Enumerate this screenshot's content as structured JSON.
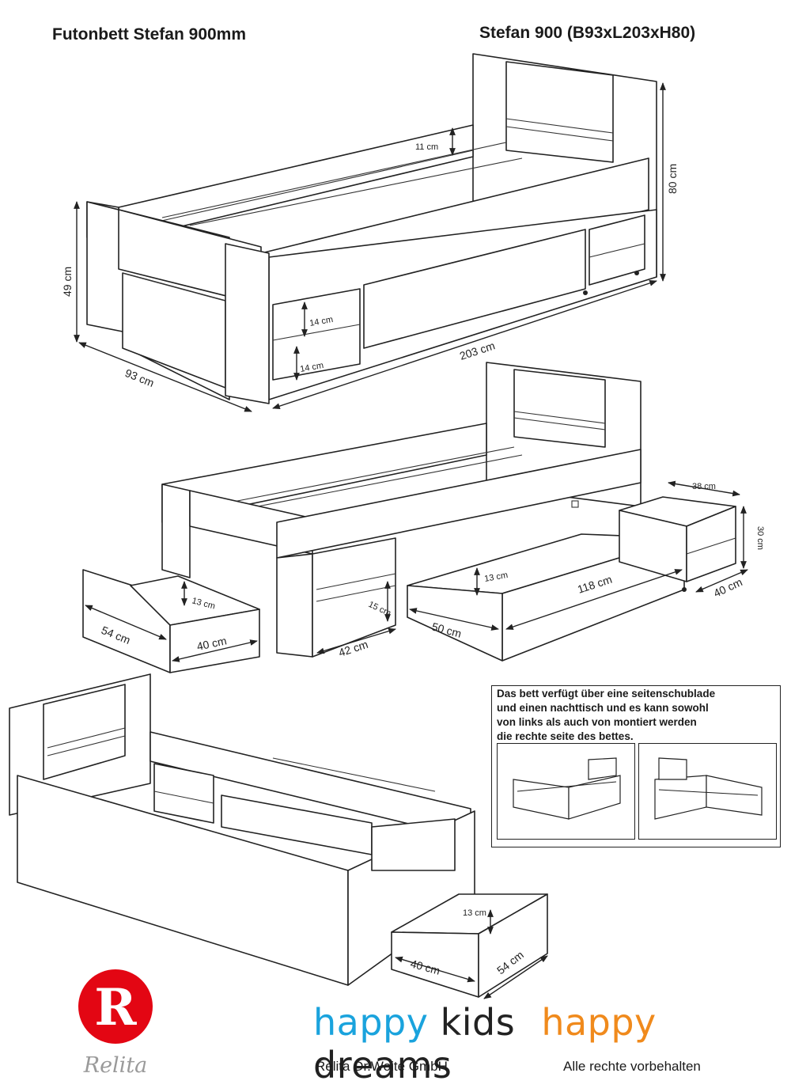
{
  "header": {
    "title_left": "Futonbett Stefan 900mm",
    "title_right": "Stefan 900 (B93xL203xH80)"
  },
  "dimensions": {
    "top": {
      "headboard_gap": "11 cm",
      "height_total": "80 cm",
      "height_side": "49 cm",
      "width": "93 cm",
      "length": "203 cm",
      "shelf_1": "14 cm",
      "shelf_2": "14 cm"
    },
    "middle": {
      "drawer_depth": "54 cm",
      "drawer_width": "40 cm",
      "drawer_height": "13 cm",
      "shelf_width": "42 cm",
      "shelf_height": "15 cm",
      "side_drawer_height": "13 cm",
      "side_drawer_length": "118 cm",
      "side_drawer_depth": "50 cm",
      "nightstand_width": "38 cm",
      "nightstand_height": "30 cm",
      "nightstand_depth": "40 cm"
    },
    "bottom": {
      "drawer_height": "13 cm",
      "drawer_width": "40 cm",
      "drawer_depth": "54 cm"
    }
  },
  "note": {
    "text": "Das bett verfügt über eine seitenschublade\nund einen nachttisch und es kann sowohl\nvon links als auch von montiert werden\ndie rechte seite des bettes."
  },
  "brand": {
    "logo_letter": "R",
    "logo_word": "Relita",
    "logo_color": "#e30613",
    "slogan_1": "happy",
    "slogan_2": "kids",
    "slogan_3": "happy",
    "slogan_4": "dreams",
    "slogan_color_blue": "#1aa3dd",
    "slogan_color_orange": "#f08a1c",
    "company": "Relita Dr.Woite GmbH",
    "rights": "Alle rechte vorbehalten"
  }
}
